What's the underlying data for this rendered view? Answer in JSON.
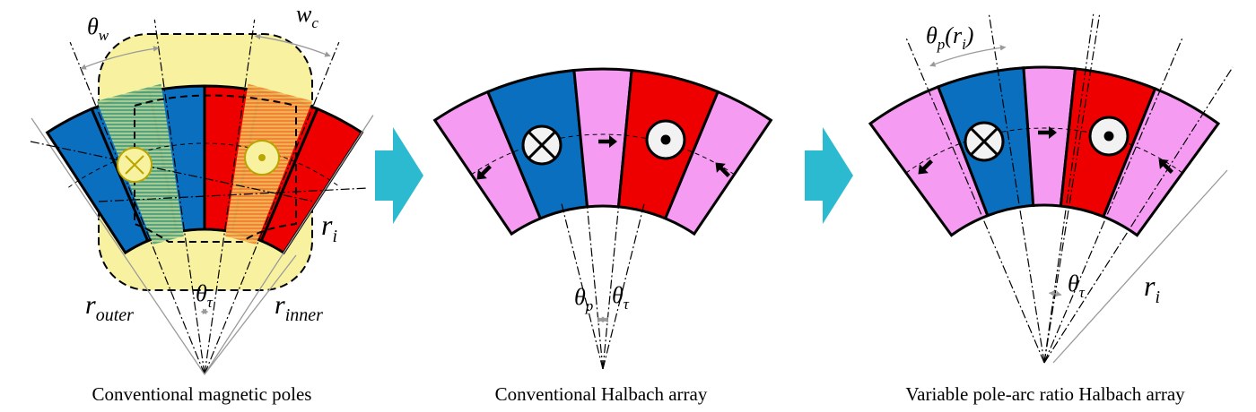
{
  "colors": {
    "blue": "#0b6fc0",
    "red": "#ee0000",
    "pink": "#f59cf2",
    "yellow": "#f8f2a0",
    "arrow_bg": "#2cbad0",
    "winding_green": "#59a77a",
    "winding_orange": "#f08a3a"
  },
  "panels": {
    "left": {
      "caption": "Conventional magnetic poles",
      "theta_w": "θ",
      "theta_w_sub": "w",
      "w_c": "w",
      "w_c_sub": "c",
      "r_i": "r",
      "r_i_sub": "i",
      "r_outer": "r",
      "r_outer_sub": "outer",
      "r_inner": "r",
      "r_inner_sub": "inner",
      "theta_tau": "θ",
      "theta_tau_sub": "τ",
      "segment_colors": [
        "blue",
        "blue",
        "blue",
        "red",
        "red",
        "red"
      ]
    },
    "middle": {
      "caption": "Conventional Halbach array",
      "theta_p": "θ",
      "theta_p_sub": "p",
      "theta_tau": "θ",
      "theta_tau_sub": "τ",
      "segment_colors": [
        "pink",
        "blue",
        "pink",
        "red",
        "pink"
      ]
    },
    "right": {
      "caption": "Variable pole-arc ratio Halbach array",
      "theta_p_ri": "θ",
      "theta_p_ri_sub": "p",
      "theta_p_ri_arg": "(r",
      "theta_p_ri_arg_sub": "i",
      "theta_p_ri_close": ")",
      "theta_tau": "θ",
      "theta_tau_sub": "τ",
      "r_i": "r",
      "r_i_sub": "i",
      "segment_colors": [
        "pink",
        "blue",
        "pink",
        "red",
        "pink"
      ]
    }
  }
}
